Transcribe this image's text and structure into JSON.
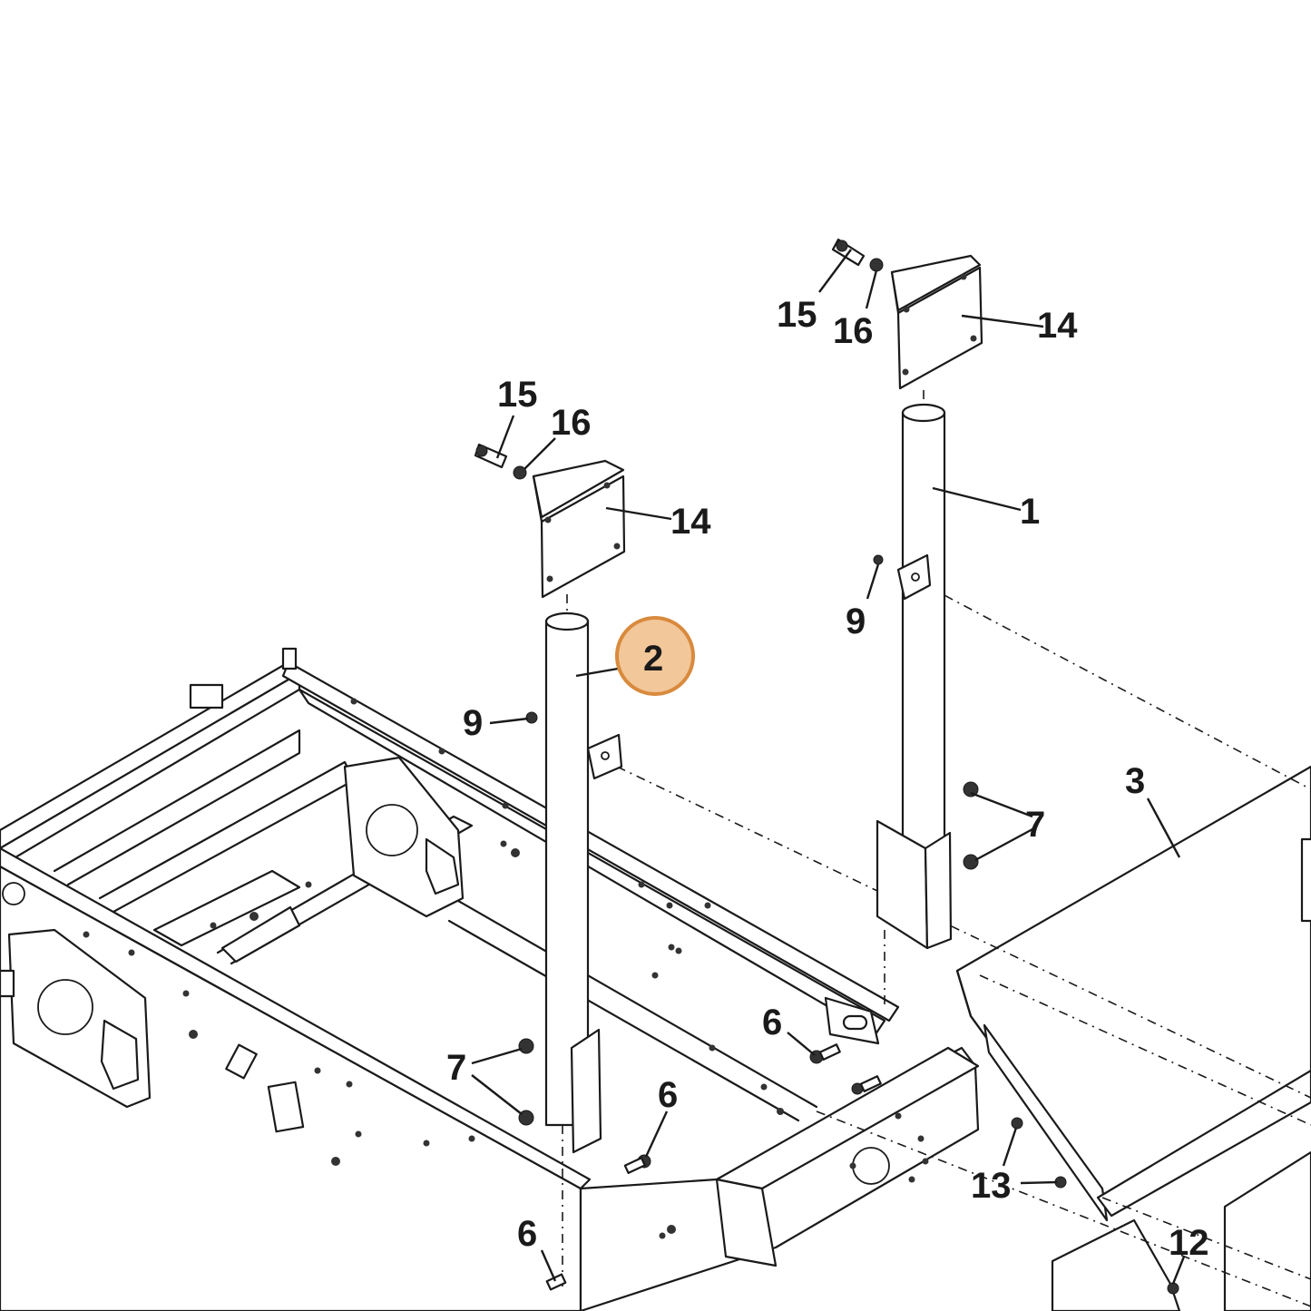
{
  "callouts": {
    "c1": "1",
    "c2": "2",
    "c3": "3",
    "c6": "6",
    "c7": "7",
    "c9": "9",
    "c12": "12",
    "c13": "13",
    "c14": "14",
    "c15": "15",
    "c16": "16"
  },
  "highlight": {
    "callout": "2",
    "fill": "#f2c79a",
    "stroke": "#d98a3d"
  }
}
